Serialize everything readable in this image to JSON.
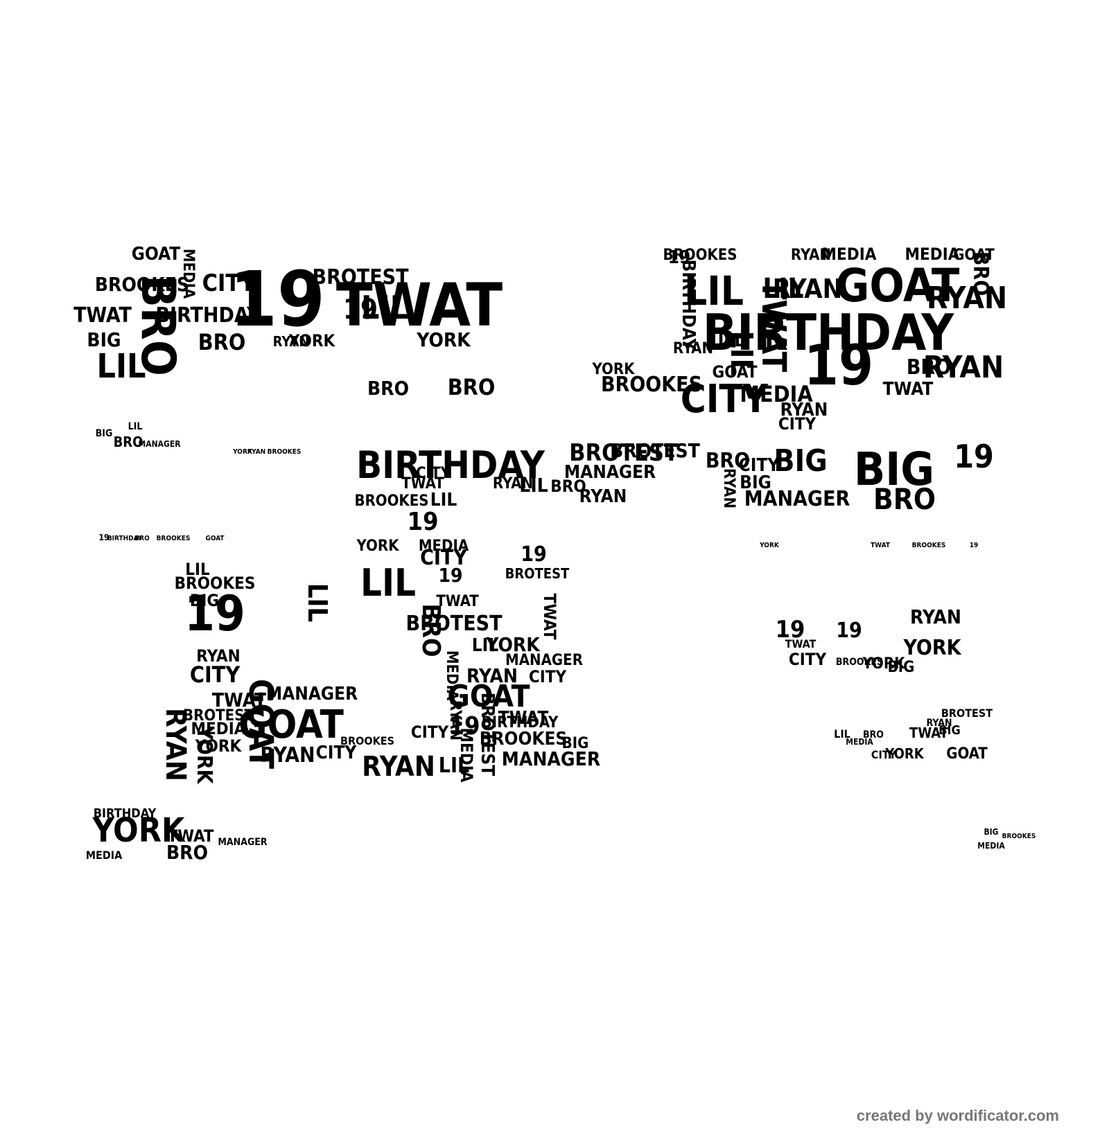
{
  "credit": "created by wordificator.com",
  "words": [
    "BIRTHDAY",
    "TWAT",
    "BRO",
    "LIL",
    "19",
    "RYAN",
    "GOAT",
    "BIG",
    "CITY",
    "YORK",
    "MEDIA",
    "MANAGER",
    "BROOKES",
    "BROTEST"
  ],
  "colors": {
    "ink": "#000000",
    "background": "#ffffff",
    "credit": "#777777"
  }
}
